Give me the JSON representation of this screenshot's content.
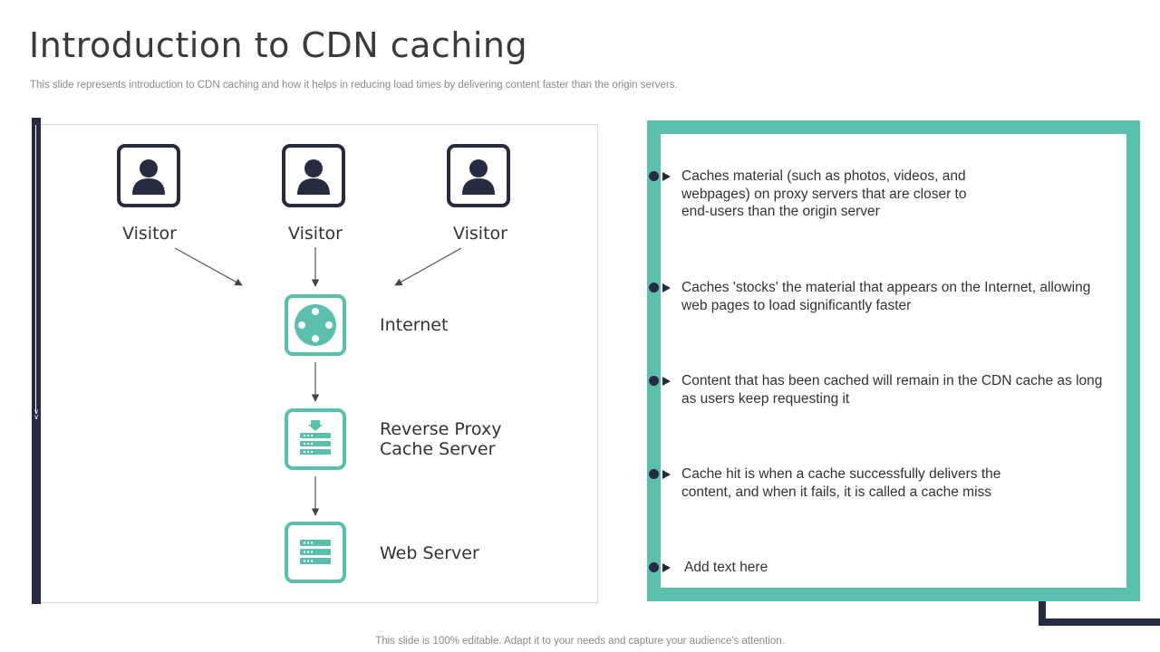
{
  "header": {
    "title": "Introduction to CDN caching",
    "subtitle": "This slide represents introduction to CDN caching and how it helps in reducing load times by delivering content faster than the origin servers."
  },
  "diagram": {
    "visitors": [
      {
        "label": "Visitor",
        "icon": "user-icon"
      },
      {
        "label": "Visitor",
        "icon": "user-icon"
      },
      {
        "label": "Visitor",
        "icon": "user-icon"
      }
    ],
    "internet": {
      "label": "Internet",
      "icon": "globe-icon"
    },
    "reverse_proxy": {
      "line1": "Reverse Proxy",
      "line2": "Cache Server",
      "icon": "server-download-icon"
    },
    "web_server": {
      "label": "Web Server",
      "icon": "server-icon"
    }
  },
  "bullets": [
    {
      "line1": "Caches material (such as photos, videos, and",
      "line2": "webpages) on proxy servers that are closer to",
      "line3": "end-users than the origin server"
    },
    {
      "line1": "Caches 'stocks' the material that appears on the Internet,  allowing",
      "line2": "web pages to load significantly faster"
    },
    {
      "line1": "Content that has been cached will remain in the CDN cache as long",
      "line2": "as users keep requesting it"
    },
    {
      "line1": "Cache hit is when a cache successfully delivers the",
      "line2": "content, and when it fails, it is called a cache miss"
    },
    {
      "line1": "Add text here"
    }
  ],
  "footer": {
    "text": "This slide is 100% editable. Adapt it to your needs and capture your audience's attention."
  },
  "colors": {
    "navy": "#272b3f",
    "teal": "#5bbfad",
    "text": "#333333",
    "muted": "#8a8a8a"
  }
}
